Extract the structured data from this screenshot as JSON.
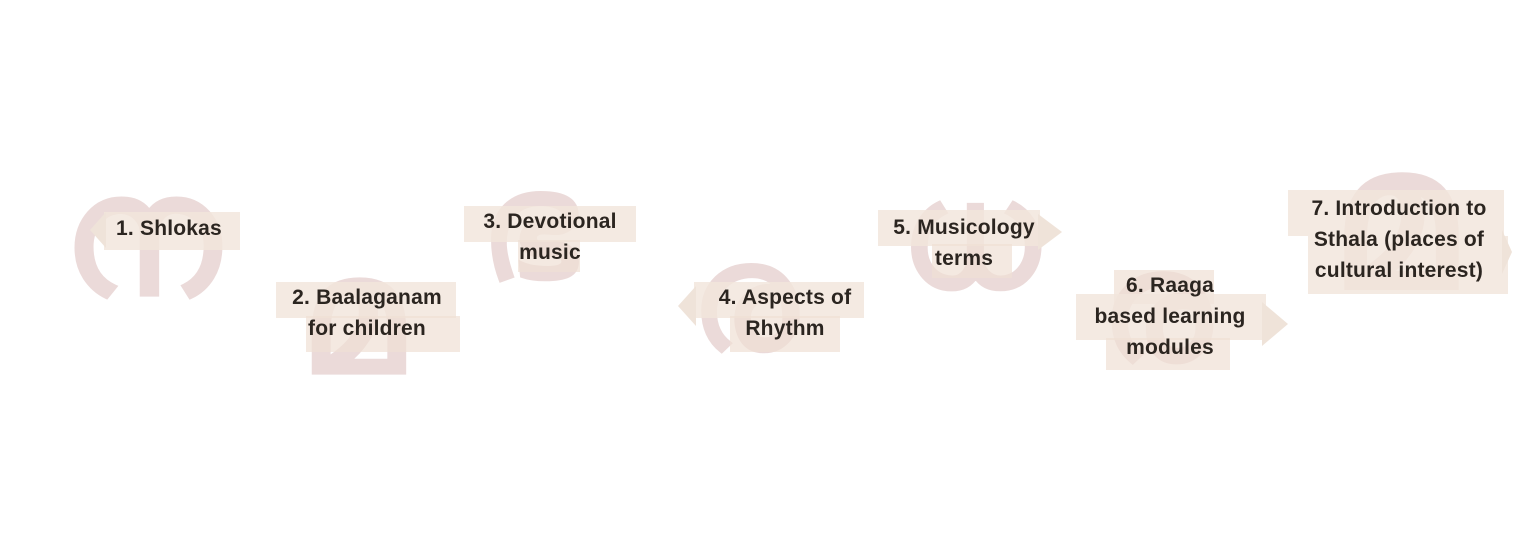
{
  "colors": {
    "background": "#ffffff",
    "label_text": "#2b2520",
    "label_bg": "#f1e5dc",
    "watermark": "#e8d4d3"
  },
  "watermark_glyphs": [
    "ന",
    "മ",
    "ഭ",
    "ര",
    "ധ",
    "ര",
    "മ"
  ],
  "items": [
    {
      "label": "1. Shlokas"
    },
    {
      "label": "2. Baalaganam\nfor children"
    },
    {
      "label": "3. Devotional\nmusic"
    },
    {
      "label": "4. Aspects of\nRhythm"
    },
    {
      "label": "5. Musicology\nterms"
    },
    {
      "label": "6. Raaga\nbased learning\nmodules"
    },
    {
      "label": "7. Introduction to\nSthala (places of\ncultural interest)"
    }
  ]
}
